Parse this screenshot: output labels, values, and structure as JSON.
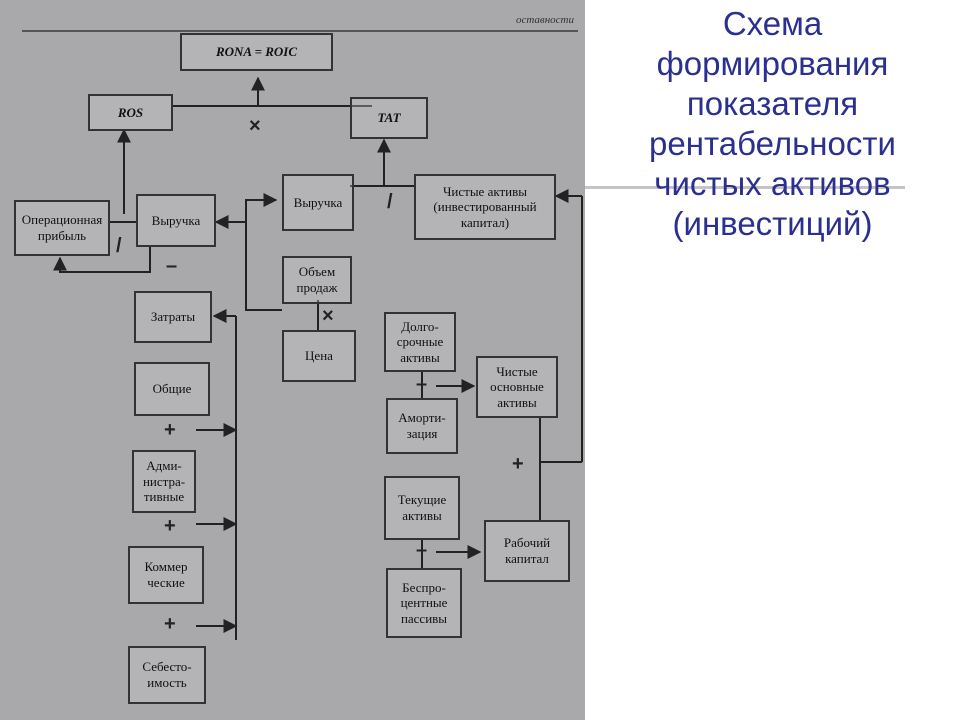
{
  "slide": {
    "title_lines": [
      "Схема",
      "формирования",
      "показателя",
      "рентабельности",
      "чистых активов",
      "(инвестиций)"
    ],
    "title_color": "#2b2f8f"
  },
  "page_header": "оставности",
  "boxes": {
    "rona": "RONA = ROIC",
    "ros": "ROS",
    "tat": "TAT",
    "op_profit": [
      "Операционная",
      "прибыль"
    ],
    "revenue_left": "Выручка",
    "revenue_right": "Выручка",
    "net_assets": [
      "Чистые активы",
      "(инвестированный",
      "капитал)"
    ],
    "sales_volume": [
      "Объем",
      "продаж"
    ],
    "price": "Цена",
    "costs": "Затраты",
    "general": "Общие",
    "admin": [
      "Адми-",
      "нистра-",
      "тивные"
    ],
    "commercial": [
      "Коммер",
      "ческие"
    ],
    "cogs": [
      "Себесто-",
      "имость"
    ],
    "long_term_assets": [
      "Долго-",
      "срочные",
      "активы"
    ],
    "depreciation": [
      "Аморти-",
      "зация"
    ],
    "net_fixed_assets": [
      "Чистые",
      "основные",
      "активы"
    ],
    "current_assets": [
      "Текущие",
      "активы"
    ],
    "non_interest_liab": [
      "Беспро-",
      "центные",
      "пассивы"
    ],
    "working_capital": [
      "Рабочий",
      "капитал"
    ]
  },
  "operators": {
    "multiply_top": "×",
    "divide_left": "/",
    "divide_right": "/",
    "minus_costs": "–",
    "multiply_price": "×",
    "plus_1": "+",
    "plus_2": "+",
    "plus_3": "+",
    "minus_depr": "–",
    "minus_liab": "–",
    "plus_right": "+"
  }
}
